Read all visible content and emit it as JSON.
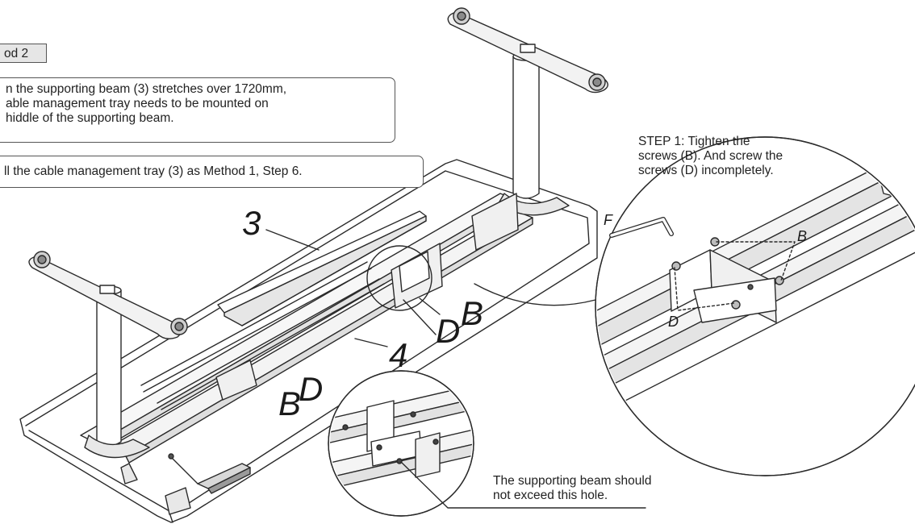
{
  "method_label": "od 2",
  "note_lines": [
    "n the supporting beam (3) stretches over 1720mm,",
    "able management tray needs to be mounted on",
    "hiddle of the supporting beam."
  ],
  "install_text": "ll the cable management tray (3) as Method 1, Step 6.",
  "step_lines": [
    "STEP 1: Tighten the",
    "screws (B). And screw the",
    "screws (D) incompletely."
  ],
  "hole_lines": [
    "The supporting beam should",
    "not exceed this hole."
  ],
  "labels": {
    "part_3": "3",
    "part_4": "4",
    "screw_B": "B",
    "screw_D": "D",
    "tool_F": "F"
  }
}
